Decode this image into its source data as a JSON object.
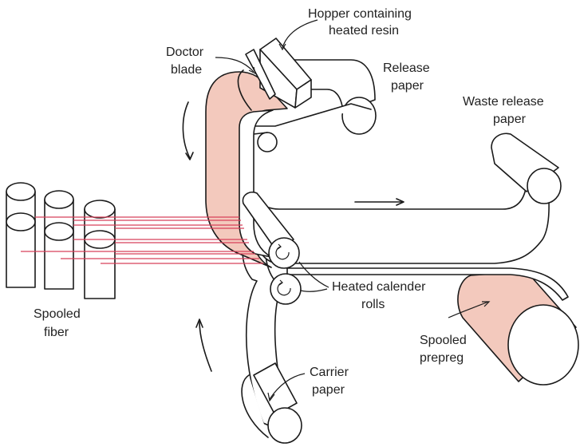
{
  "labels": {
    "hopper_line1": "Hopper containing",
    "hopper_line2": "heated resin",
    "doctor_line1": "Doctor",
    "doctor_line2": "blade",
    "release_line1": "Release",
    "release_line2": "paper",
    "waste_line1": "Waste release",
    "waste_line2": "paper",
    "heated_line1": "Heated calender",
    "heated_line2": "rolls",
    "spooled_fiber_line1": "Spooled",
    "spooled_fiber_line2": "fiber",
    "prepreg_line1": "Spooled",
    "prepreg_line2": "prepreg",
    "carrier_line1": "Carrier",
    "carrier_line2": "paper"
  },
  "colors": {
    "resin": "#f3c9bd",
    "fiber": "#d8405a",
    "outline": "#1a1a1a"
  }
}
